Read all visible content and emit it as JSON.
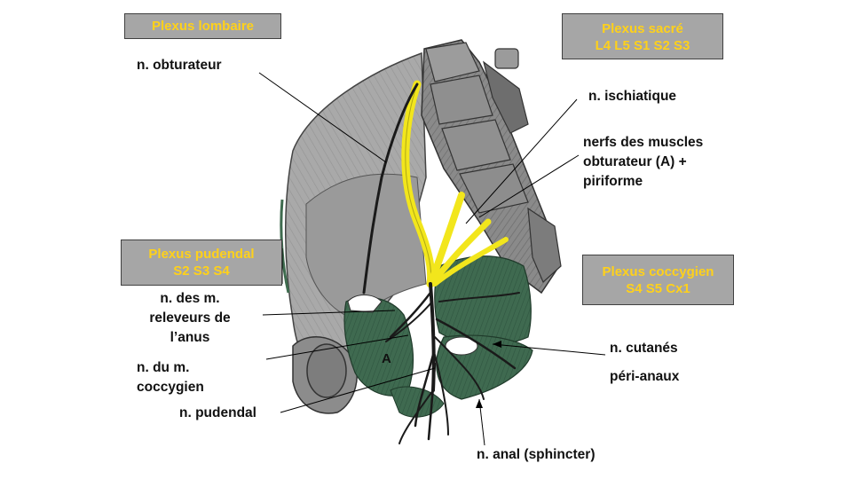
{
  "boxes": {
    "lombaire": {
      "lines": [
        "Plexus lombaire"
      ]
    },
    "sacre": {
      "lines": [
        "Plexus sacré",
        "L4 L5 S1 S2 S3"
      ]
    },
    "pudendal": {
      "lines": [
        "Plexus pudendal",
        "S2 S3 S4"
      ]
    },
    "coccygien": {
      "lines": [
        "Plexus coccygien",
        "S4 S5 Cx1"
      ]
    }
  },
  "labels": {
    "obturateur": "n. obturateur",
    "ischiatique": "n. ischiatique",
    "muscles": [
      "nerfs des muscles",
      "obturateur (A) +",
      "piriforme"
    ],
    "releveurs": [
      "n. des m.",
      "releveurs de",
      "l’anus"
    ],
    "coccygien_m": [
      "n. du m.",
      "coccygien"
    ],
    "pudendal_n": "n. pudendal",
    "cutanes": "n. cutanés",
    "perianaux": "péri-anaux",
    "anal": "n. anal (sphincter)",
    "marker_a": "A"
  },
  "colors": {
    "box_fill": "#a6a6a6",
    "box_text": "#ffd11a",
    "nerve_yellow": "#f2e61c",
    "muscle_green": "#3e6b4e",
    "bone_gray": "#7a7a7a"
  }
}
